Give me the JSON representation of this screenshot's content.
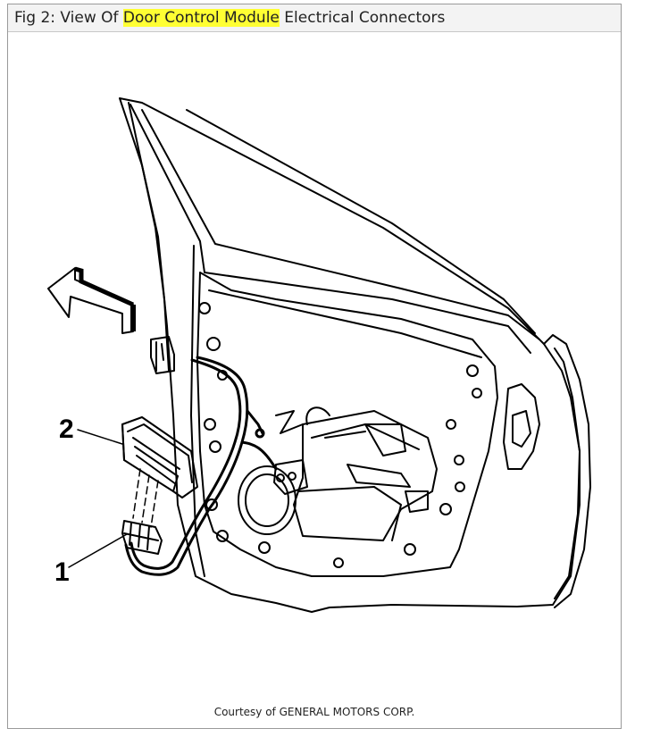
{
  "figure": {
    "title_prefix": "Fig 2: View Of ",
    "title_highlight": "Door Control Module",
    "title_suffix": " Electrical Connectors",
    "highlight_color": "#ffff33",
    "callouts": [
      {
        "label": "1"
      },
      {
        "label": "2"
      }
    ],
    "direction_arrow_icon": "arrow-left-icon",
    "courtesy": "Courtesy of GENERAL MOTORS CORP."
  }
}
